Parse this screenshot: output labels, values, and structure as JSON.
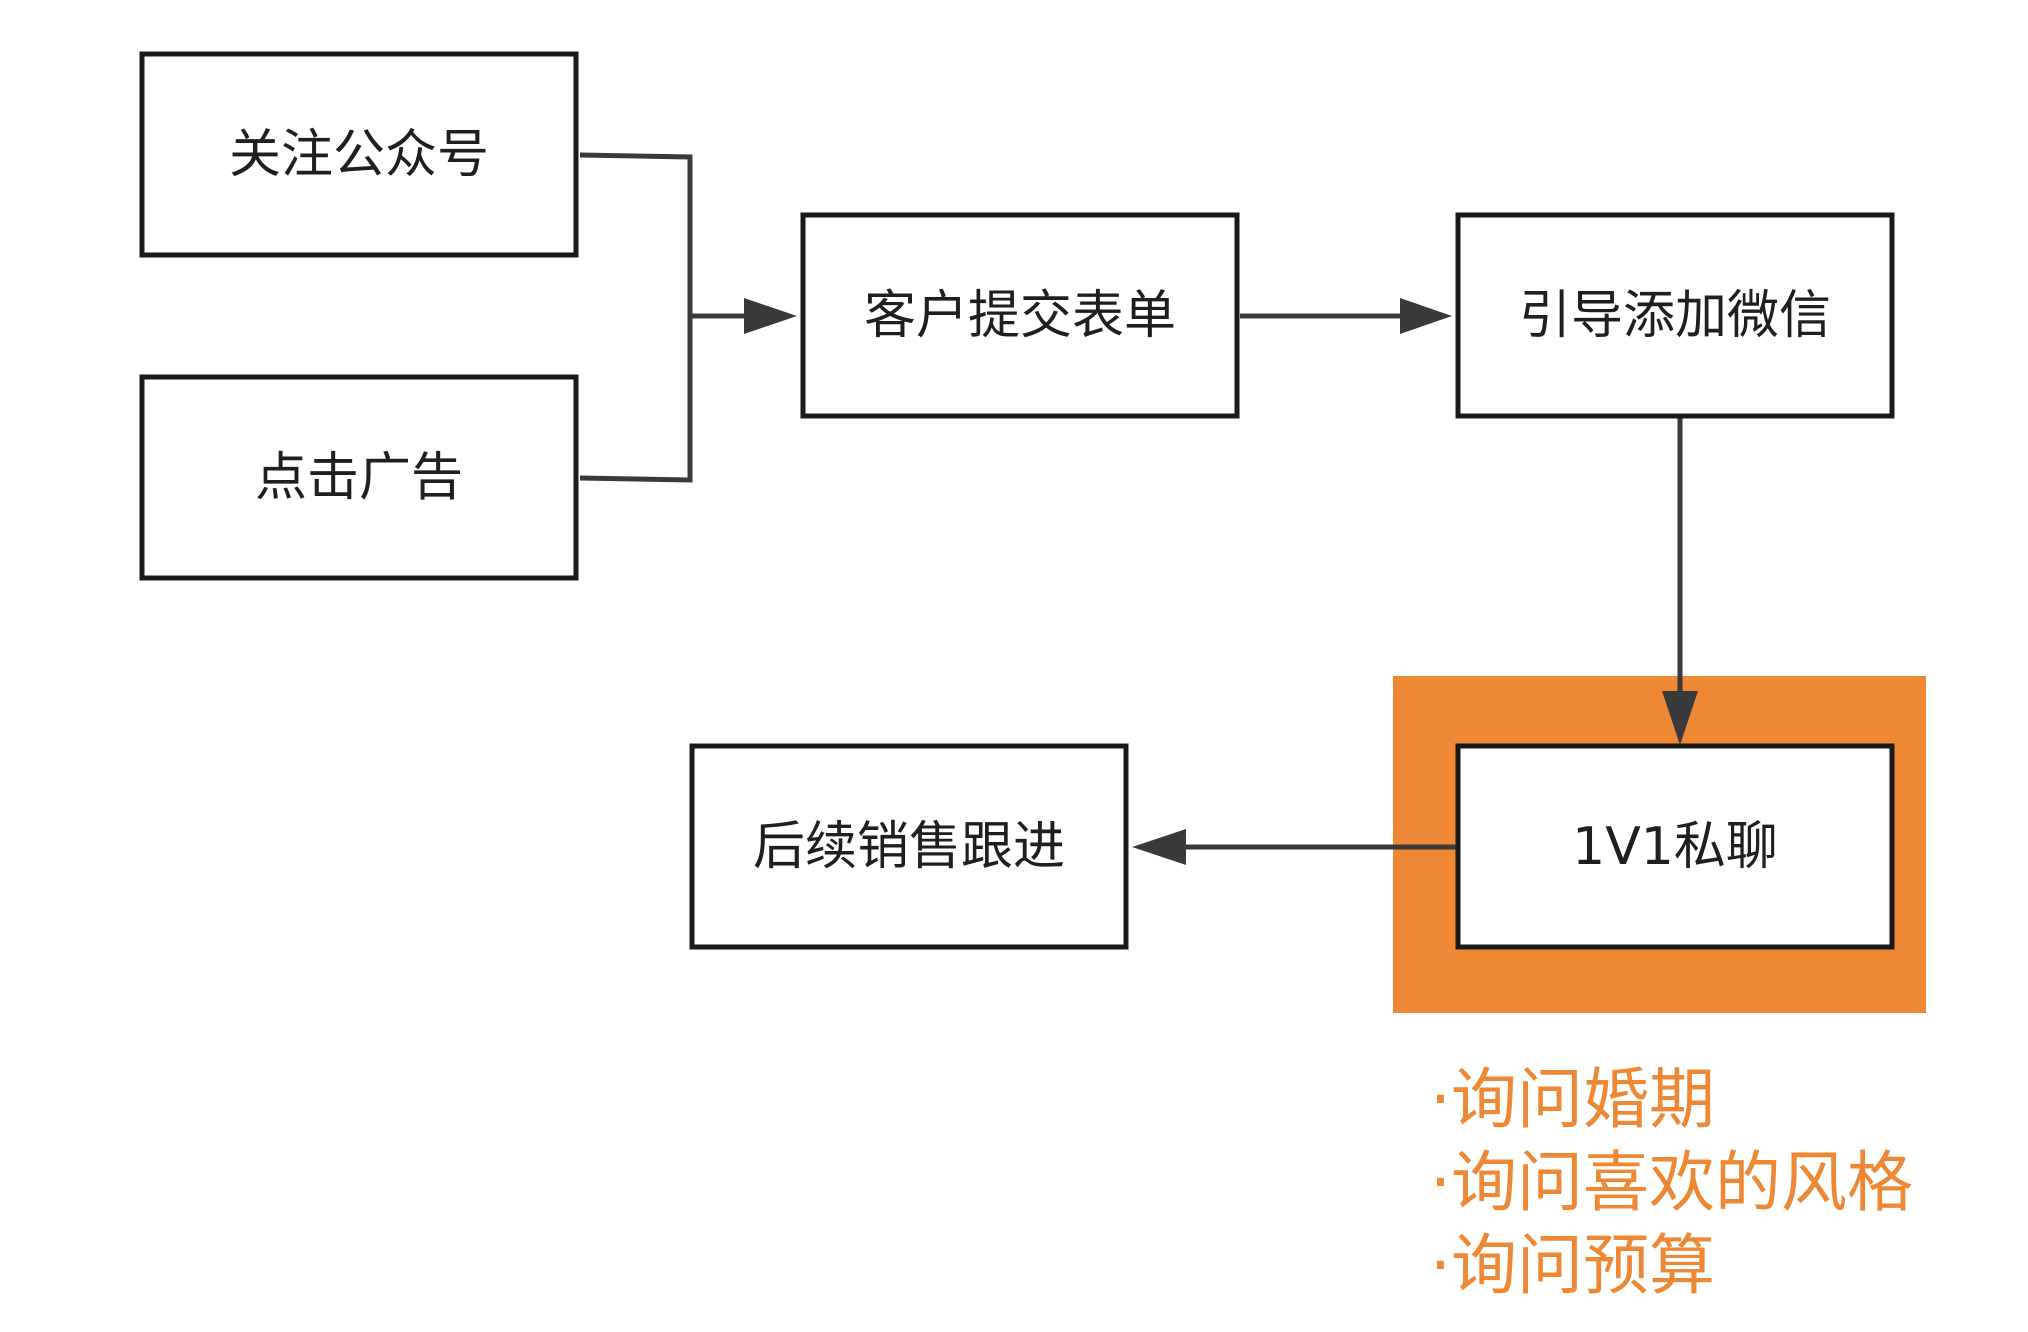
{
  "nodes": {
    "follow_official_account": "关注公众号",
    "click_ad": "点击广告",
    "submit_form": "客户提交表单",
    "add_wechat": "引导添加微信",
    "private_chat": "1V1私聊",
    "sales_followup": "后续销售跟进"
  },
  "highlight_color": "#ee8834",
  "notes": [
    "·询问婚期",
    "·询问喜欢的风格",
    "·询问预算"
  ]
}
